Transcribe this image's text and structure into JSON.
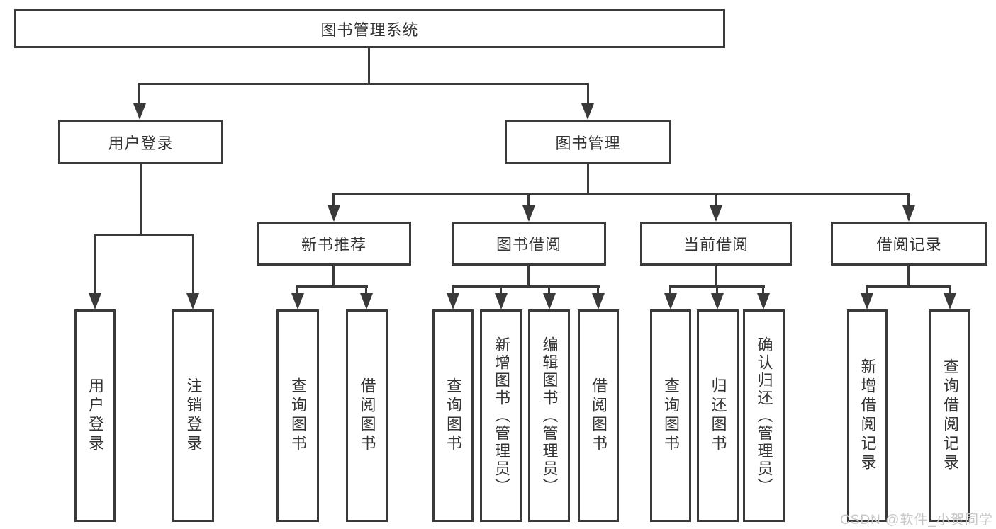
{
  "diagram": {
    "title": "图书管理系统",
    "kind": "functional-structure-tree"
  },
  "tree": {
    "root": {
      "label": "图书管理系统"
    },
    "level2": [
      {
        "label": "用户登录"
      },
      {
        "label": "图书管理"
      }
    ],
    "level3": [
      {
        "label": "新书推荐"
      },
      {
        "label": "图书借阅"
      },
      {
        "label": "当前借阅"
      },
      {
        "label": "借阅记录"
      }
    ],
    "leaves": {
      "user_login": [
        "用户登录",
        "注销登录"
      ],
      "new_book_recommend": [
        "查询图书",
        "借阅图书"
      ],
      "book_borrowing": [
        "查询图书",
        "新增图书（管理员）",
        "编辑图书（管理员）",
        "借阅图书"
      ],
      "current_borrowing": [
        "查询图书",
        "归还图书",
        "确认归还（管理员）"
      ],
      "borrowing_records": [
        "新增借阅记录",
        "查询借阅记录"
      ]
    }
  },
  "watermark": {
    "text": "CSDN @软件_小贺同学"
  },
  "colors": {
    "line": "#3a3a3a",
    "text": "#333333",
    "background": "#ffffff",
    "watermark": "#c8c8c8"
  }
}
